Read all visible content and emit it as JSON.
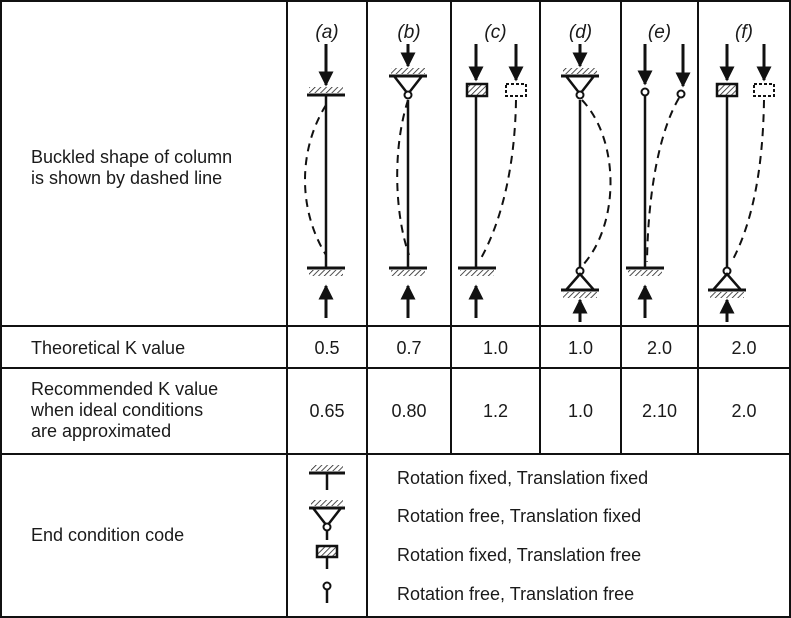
{
  "row_labels": {
    "shape": [
      "Buckled shape of column",
      "is shown by dashed line"
    ],
    "theoretical": "Theoretical K value",
    "recommended": [
      "Recommended K value",
      "when ideal conditions",
      "are approximated"
    ],
    "code": "End condition code"
  },
  "cases": [
    {
      "label": "(a)",
      "theoretical": "0.5",
      "recommended": "0.65"
    },
    {
      "label": "(b)",
      "theoretical": "0.7",
      "recommended": "0.80"
    },
    {
      "label": "(c)",
      "theoretical": "1.0",
      "recommended": "1.2"
    },
    {
      "label": "(d)",
      "theoretical": "1.0",
      "recommended": "1.0"
    },
    {
      "label": "(e)",
      "theoretical": "2.0",
      "recommended": "2.10"
    },
    {
      "label": "(f)",
      "theoretical": "2.0",
      "recommended": "2.0"
    }
  ],
  "legend": [
    {
      "symbol": "fixed-wall",
      "text": "Rotation fixed, Translation fixed"
    },
    {
      "symbol": "pin",
      "text": "Rotation free, Translation fixed"
    },
    {
      "symbol": "guided",
      "text": "Rotation fixed, Translation free"
    },
    {
      "symbol": "free-end",
      "text": "Rotation free, Translation free"
    }
  ]
}
